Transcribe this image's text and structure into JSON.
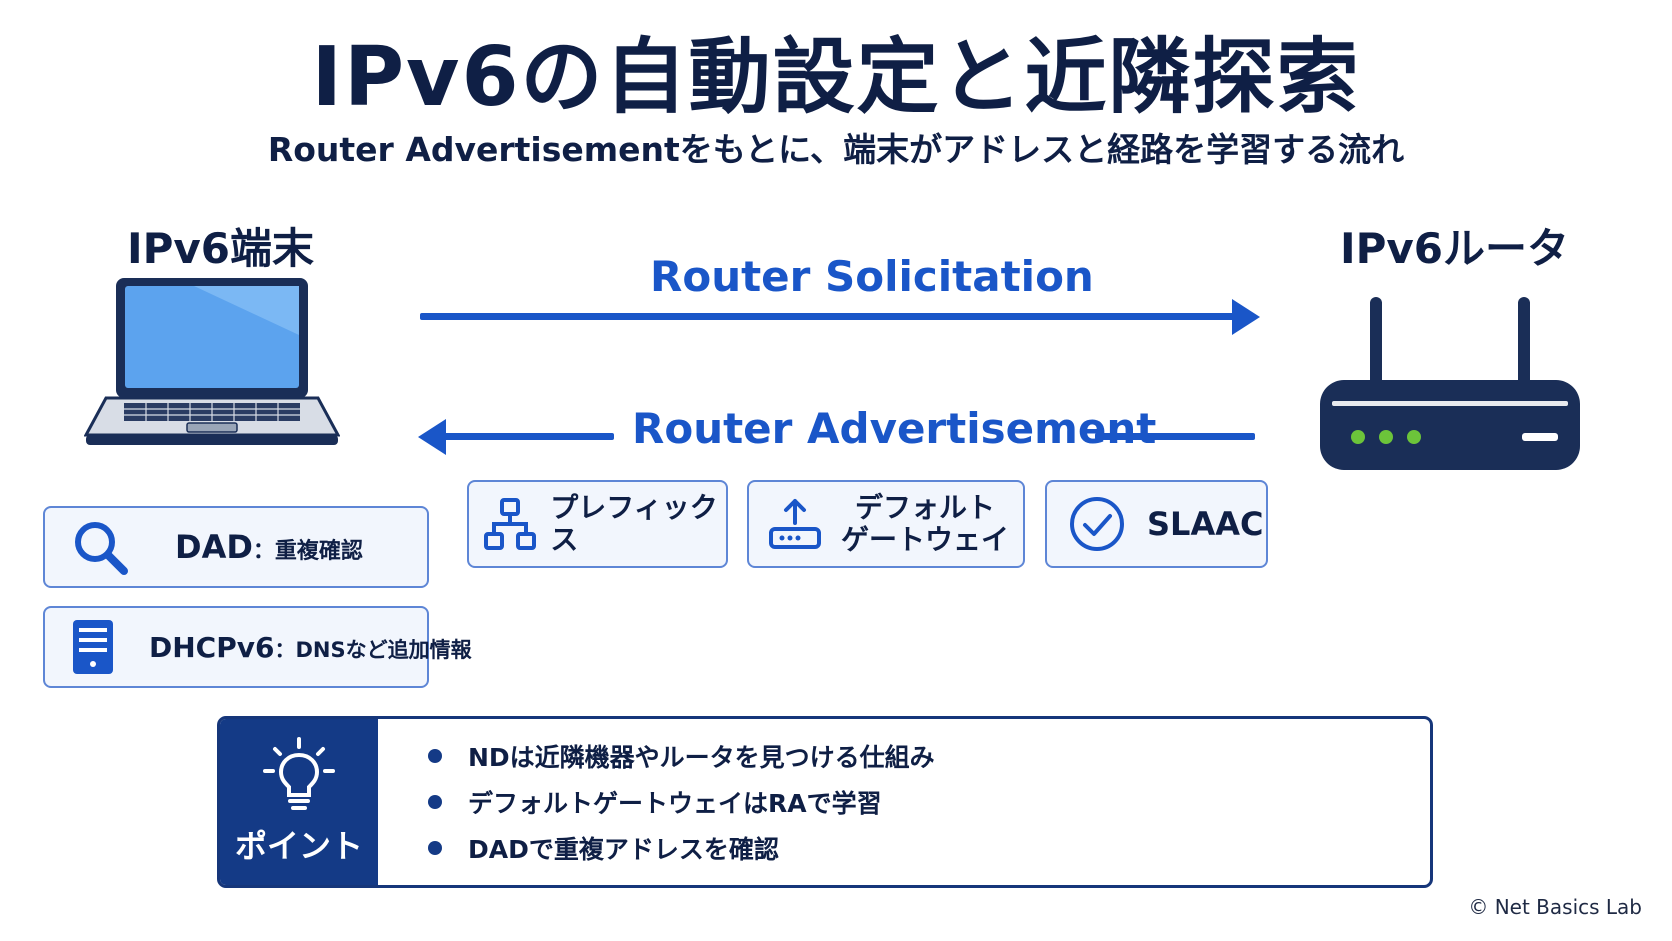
{
  "title": "IPv6の自動設定と近隣探索",
  "subtitle": "Router Advertisementをもとに、端末がアドレスと経路を学習する流れ",
  "host": {
    "label": "IPv6端末",
    "icon": "laptop-icon"
  },
  "router": {
    "label": "IPv6ルータ",
    "icon": "router-icon"
  },
  "messages": {
    "rs": "Router Solicitation",
    "ra": "Router Advertisement"
  },
  "host_features": [
    {
      "main": "DAD",
      "sub": "：重複確認",
      "icon": "magnifier-icon"
    },
    {
      "main": "DHCPv6",
      "sub": "：DNSなど追加情報",
      "icon": "server-icon"
    }
  ],
  "ra_contents": [
    {
      "label": "プレフィックス",
      "icon": "hierarchy-icon"
    },
    {
      "label": "デフォルト",
      "label2": "ゲートウェイ",
      "icon": "router-upload-icon"
    },
    {
      "label": "SLAAC",
      "icon": "check-circle-icon"
    }
  ],
  "points": {
    "label": "ポイント",
    "icon": "lightbulb-icon",
    "items": [
      "NDは近隣機器やルータを見つける仕組み",
      "デフォルトゲートウェイはRAで学習",
      "DADで重複アドレスを確認"
    ]
  },
  "credit": "© Net Basics Lab",
  "colors": {
    "navy": "#0f1f45",
    "accent_blue": "#1a56c8",
    "panel_border": "#5e86d6",
    "point_bg": "#143a86",
    "led_green": "#6cc43a"
  }
}
